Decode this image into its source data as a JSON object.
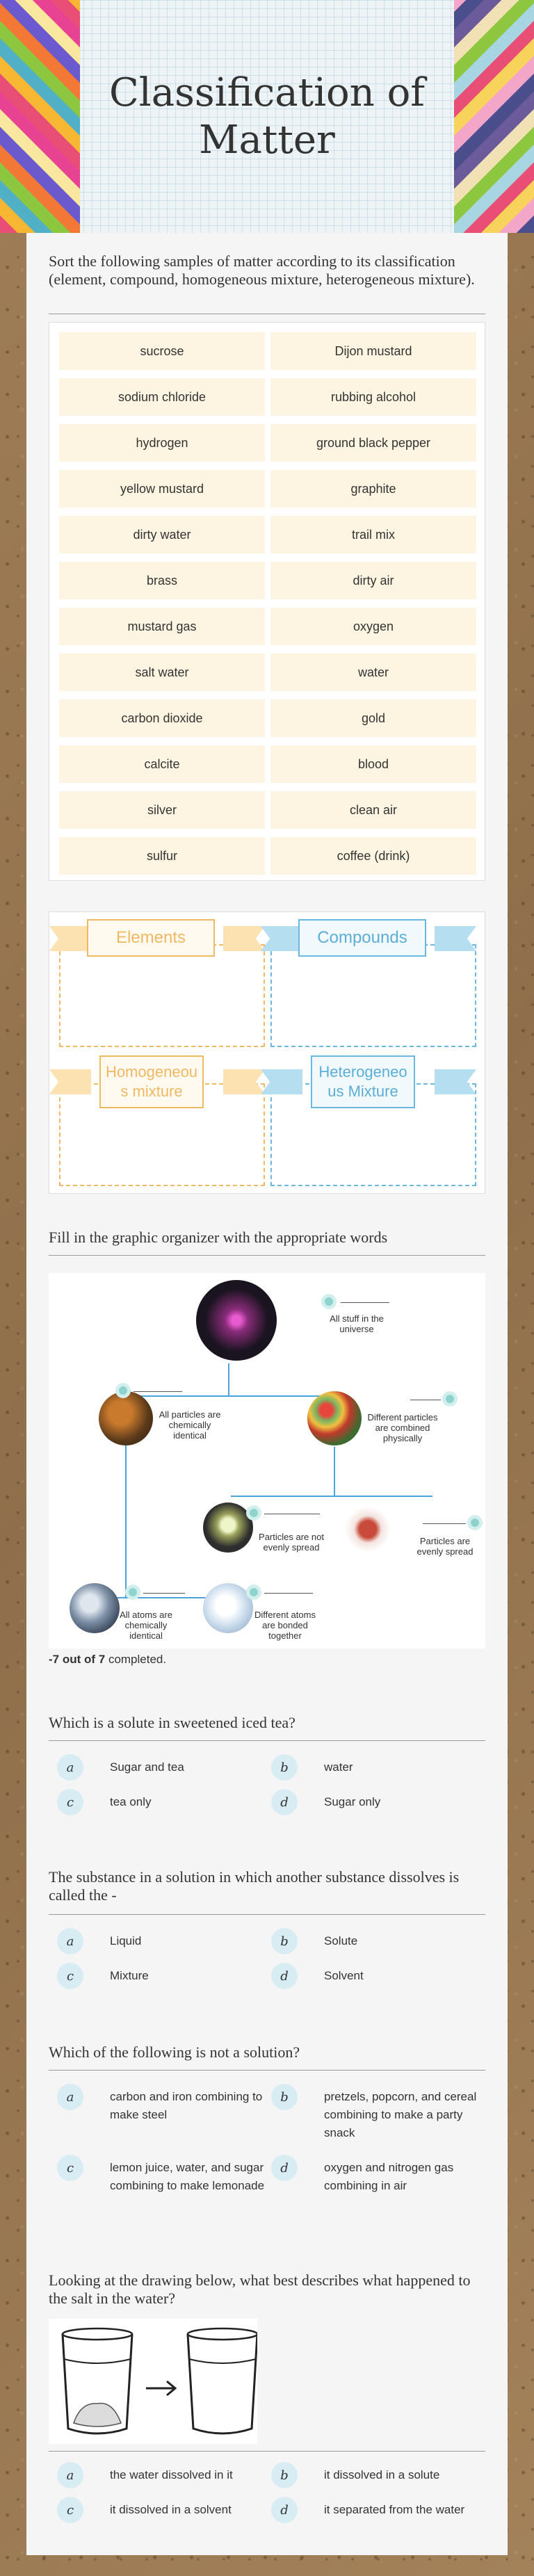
{
  "header": {
    "title": "Classification of Matter"
  },
  "sort": {
    "heading": "Sort the following samples of matter according to its classification (element, compound, homogeneous mixture, heterogeneous mixture).",
    "left": [
      "sucrose",
      "sodium chloride",
      "hydrogen",
      "yellow mustard",
      "dirty water",
      "brass",
      "mustard gas",
      "salt water",
      "carbon dioxide",
      "calcite",
      "silver",
      "sulfur"
    ],
    "right": [
      "Dijon mustard",
      "rubbing alcohol",
      "ground black pepper",
      "graphite",
      "trail mix",
      "dirty air",
      "oxygen",
      "water",
      "gold",
      "blood",
      "clean air",
      "coffee (drink)"
    ]
  },
  "categories": [
    "Elements",
    "Compounds",
    "Homogeneous mixture",
    "Heterogeneous Mixture"
  ],
  "organizer": {
    "heading": "Fill in the graphic organizer with the appropriate words",
    "top_label": "All stuff in the universe",
    "left_label": "All particles are chemically identical",
    "right_label": "Different particles are combined physically",
    "mid_left_label": "Particles are not evenly spread",
    "mid_right_label": "Particles are evenly spread",
    "bottom_left_label": "All atoms are chemically identical",
    "bottom_right_label": "Different atoms are bonded together",
    "completed_count": "-7 out of 7",
    "completed_suffix": " completed."
  },
  "questions": [
    {
      "question": "Which is a solute in sweetened iced tea?",
      "options": [
        {
          "letter": "a",
          "text": "Sugar and tea"
        },
        {
          "letter": "b",
          "text": "water"
        },
        {
          "letter": "c",
          "text": "tea only"
        },
        {
          "letter": "d",
          "text": "Sugar only"
        }
      ]
    },
    {
      "question": "The substance in a solution in which another substance dissolves is called the -",
      "options": [
        {
          "letter": "a",
          "text": "Liquid"
        },
        {
          "letter": "b",
          "text": "Solute"
        },
        {
          "letter": "c",
          "text": "Mixture"
        },
        {
          "letter": "d",
          "text": "Solvent"
        }
      ]
    },
    {
      "question": "Which of the following is not a solution?",
      "options": [
        {
          "letter": "a",
          "text": "carbon and iron combining to make steel"
        },
        {
          "letter": "b",
          "text": "pretzels, popcorn, and cereal combining to make a party snack"
        },
        {
          "letter": "c",
          "text": "lemon juice, water, and sugar combining to make lemonade"
        },
        {
          "letter": "d",
          "text": "oxygen and nitrogen gas combining in air"
        }
      ]
    },
    {
      "question": "Looking at the drawing below, what best describes what happened to the salt in the water?",
      "options": [
        {
          "letter": "a",
          "text": "the water dissolved in it"
        },
        {
          "letter": "b",
          "text": "it dissolved in a solute"
        },
        {
          "letter": "c",
          "text": "it dissolved in a solvent"
        },
        {
          "letter": "d",
          "text": "it separated from the water"
        }
      ]
    }
  ]
}
